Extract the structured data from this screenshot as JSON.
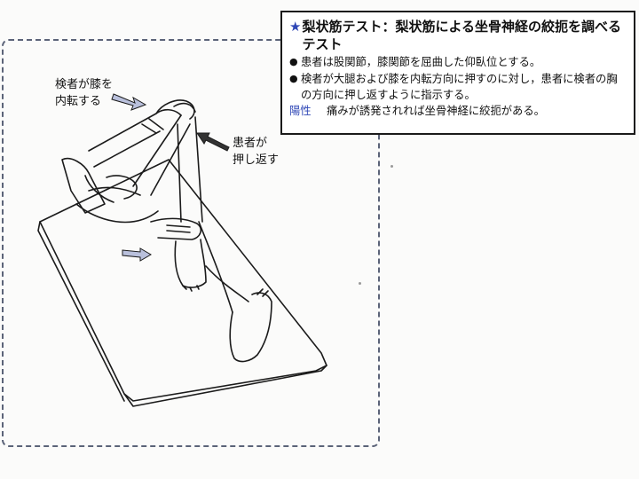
{
  "info": {
    "star": "★",
    "title": "梨状筋テスト：梨状筋による坐骨神経の絞扼を調べるテスト",
    "bullets": [
      {
        "mark": "●",
        "text": "患者は股関節，膝関節を屈曲した仰臥位とする。"
      },
      {
        "mark": "●",
        "text": "検者が大腿および膝を内転方向に押すのに対し，患者に検者の胸の方向に押し返すように指示する。"
      }
    ],
    "positive_label": "陽性",
    "positive_text": "痛みが誘発されれば坐骨神経に絞扼がある。"
  },
  "annotations": {
    "examiner": "検者が膝を\n内転する",
    "patient": "患者が\n押し返す"
  },
  "colors": {
    "accent": "#2f47b6",
    "arrow_fill": "#b9c0dc",
    "dashed_border": "#5b6378"
  }
}
